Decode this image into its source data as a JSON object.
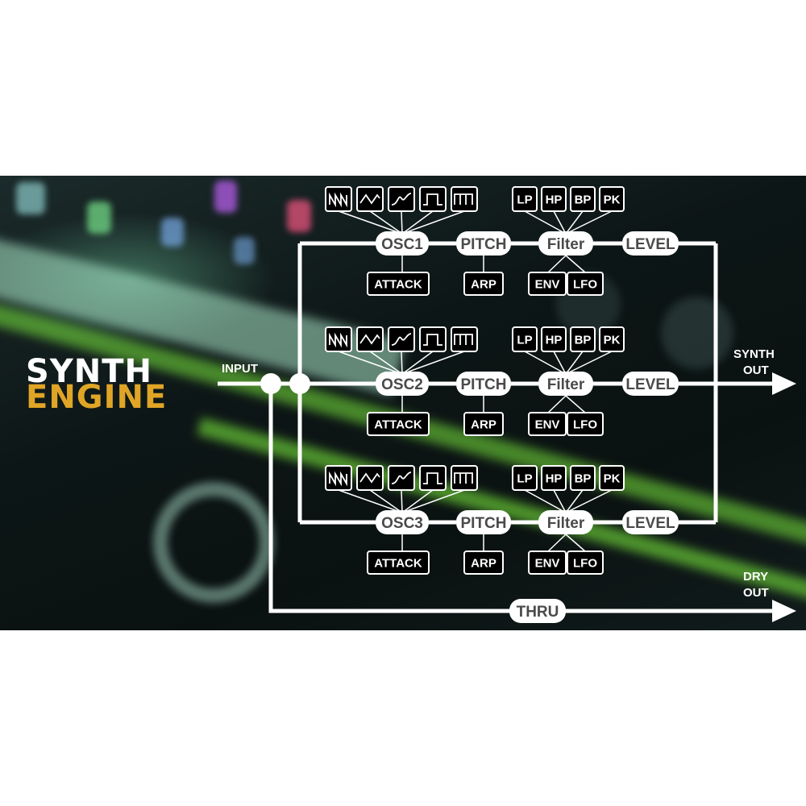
{
  "logo": {
    "line1": "SYNTH",
    "line2": "ENGINE"
  },
  "labels": {
    "input": "INPUT",
    "synth_out_1": "SYNTH",
    "synth_out_2": "OUT",
    "dry_out_1": "DRY",
    "dry_out_2": "OUT",
    "thru": "THRU"
  },
  "rows": [
    {
      "osc": "OSC1",
      "pitch": "PITCH",
      "filter": "Filter",
      "level": "LEVEL",
      "attack": "ATTACK",
      "arp": "ARP",
      "env": "ENV",
      "lfo": "LFO",
      "filter_types": [
        "LP",
        "HP",
        "BP",
        "PK"
      ]
    },
    {
      "osc": "OSC2",
      "pitch": "PITCH",
      "filter": "Filter",
      "level": "LEVEL",
      "attack": "ATTACK",
      "arp": "ARP",
      "env": "ENV",
      "lfo": "LFO",
      "filter_types": [
        "LP",
        "HP",
        "BP",
        "PK"
      ]
    },
    {
      "osc": "OSC3",
      "pitch": "PITCH",
      "filter": "Filter",
      "level": "LEVEL",
      "attack": "ATTACK",
      "arp": "ARP",
      "env": "ENV",
      "lfo": "LFO",
      "filter_types": [
        "LP",
        "HP",
        "BP",
        "PK"
      ]
    }
  ],
  "waveforms": [
    "sawtooth-icon",
    "triangle-icon",
    "sine-icon",
    "square-icon",
    "pulse-icon"
  ],
  "colors": {
    "line": "#ffffff",
    "pill_text": "#4a4a4a",
    "logo_white": "#ffffff",
    "logo_gold": "#e0a526"
  }
}
